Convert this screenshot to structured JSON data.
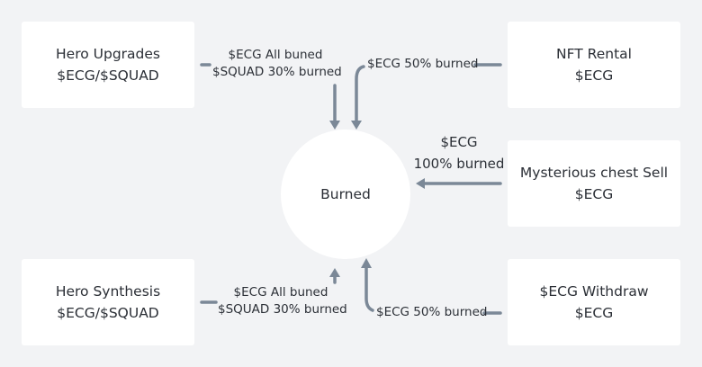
{
  "nodes": {
    "hero_upgrades": {
      "title": "Hero Upgrades",
      "token": "$ECG/$SQUAD"
    },
    "nft_rental": {
      "title": "NFT Rental",
      "token": "$ECG"
    },
    "mysterious_chest": {
      "title": "Mysterious chest Sell",
      "token": "$ECG"
    },
    "hero_synthesis": {
      "title": "Hero Synthesis",
      "token": "$ECG/$SQUAD"
    },
    "ecg_withdraw": {
      "title": "$ECG Withdraw",
      "token": "$ECG"
    },
    "burned": {
      "title": "Burned"
    }
  },
  "edges": {
    "hero_upgrades": {
      "line1": "$ECG All buned",
      "line2": "$SQUAD 30% burned"
    },
    "nft_rental": {
      "line1": "$ECG 50% burned"
    },
    "mysterious_chest": {
      "line1": "$ECG",
      "line2": "100% burned"
    },
    "hero_synthesis": {
      "line1": "$ECG All buned",
      "line2": "$SQUAD 30% burned"
    },
    "ecg_withdraw": {
      "line1": "$ECG 50% burned"
    }
  },
  "colors": {
    "background": "#f2f3f5",
    "node": "#ffffff",
    "connector": "#7b8897",
    "text": "#2b2f36"
  }
}
